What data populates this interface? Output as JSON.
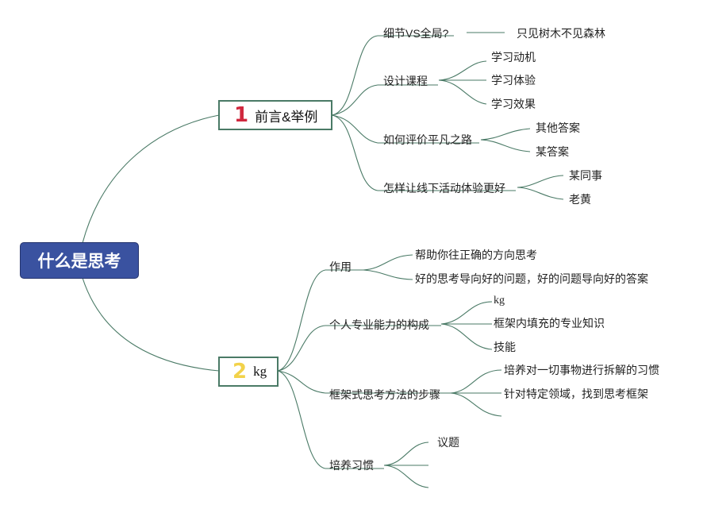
{
  "root": {
    "label": "什么是思考"
  },
  "branches": [
    {
      "number": "1",
      "number_color": "#d0283e",
      "label": "前言&举例",
      "children": [
        {
          "label": "细节VS全局?",
          "children": [
            "只见树木不见森林"
          ]
        },
        {
          "label": "设计课程",
          "children": [
            "学习动机",
            "学习体验",
            "学习效果"
          ]
        },
        {
          "label": "如何评价平凡之路",
          "children": [
            "其他答案",
            "某答案"
          ]
        },
        {
          "label": "怎样让线下活动体验更好",
          "children": [
            "某同事",
            "老黄"
          ]
        }
      ]
    },
    {
      "number": "2",
      "number_color": "#f2d24a",
      "label": "kg",
      "children": [
        {
          "label": "作用",
          "children": [
            "帮助你往正确的方向思考",
            "好的思考导向好的问题，好的问题导向好的答案"
          ]
        },
        {
          "label": "个人专业能力的构成",
          "children": [
            "kg",
            "框架内填充的专业知识",
            "技能"
          ]
        },
        {
          "label": "框架式思考方法的步骤",
          "children": [
            "培养对一切事物进行拆解的习惯",
            "针对特定领域，找到思考框架",
            ""
          ]
        },
        {
          "label": "培养习惯",
          "children": [
            "议题",
            "",
            ""
          ]
        }
      ]
    }
  ],
  "colors": {
    "root_fill": "#3a52a0",
    "line": "#4a7a66",
    "box_border": "#4a7a66"
  }
}
